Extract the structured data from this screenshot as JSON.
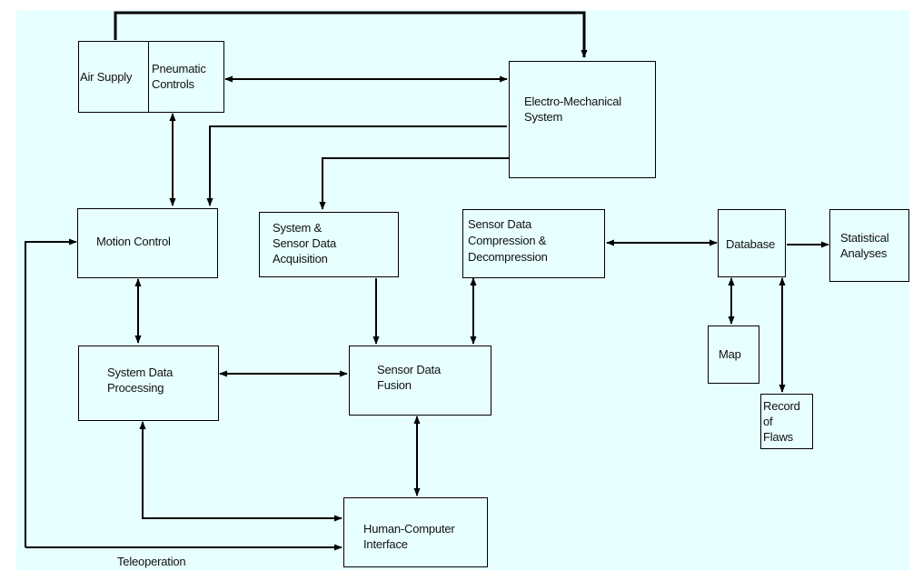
{
  "colors": {
    "background": "#e8ffff",
    "stroke": "#000000",
    "page": "#ffffff"
  },
  "blocks": {
    "air_supply": "Air Supply",
    "pneumatic_controls": [
      "Pneumatic",
      "Controls"
    ],
    "electro_mechanical": [
      "Electro-Mechanical",
      "System"
    ],
    "motion_control": "Motion Control",
    "system_sensor_acq": [
      "System &",
      "Sensor Data",
      "Acquisition"
    ],
    "sensor_compression": [
      "Sensor Data",
      "Compression &",
      "Decompression"
    ],
    "database": "Database",
    "statistical_analyses": [
      "Statistical",
      "Analyses"
    ],
    "map": "Map",
    "record_of_flaws": [
      "Record",
      "of",
      "Flaws"
    ],
    "system_data_processing": [
      "System Data",
      "Processing"
    ],
    "sensor_data_fusion": [
      "Sensor Data",
      "Fusion"
    ],
    "hci": [
      "Human-Computer",
      "Interface"
    ]
  },
  "labels": {
    "teleoperation": "Teleoperation"
  }
}
